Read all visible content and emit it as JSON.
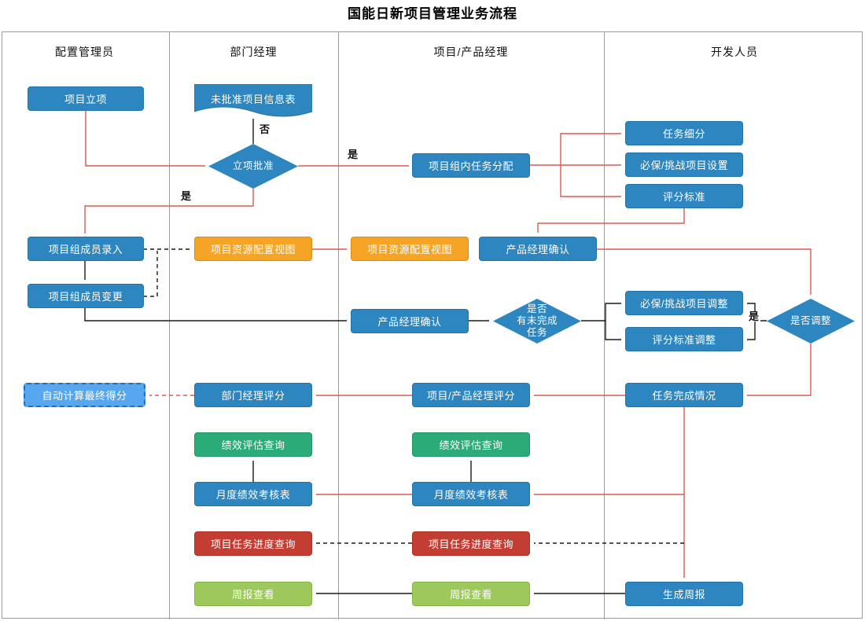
{
  "title": "国能日新项目管理业务流程",
  "lanes": [
    {
      "label": "配置管理员"
    },
    {
      "label": "部门经理"
    },
    {
      "label": "项目/产品经理"
    },
    {
      "label": "开发人员"
    }
  ],
  "nodes": {
    "project_initiation": "项目立项",
    "unapproved_info_table": "未批准项目信息表",
    "approval_decision": "立项批准",
    "member_entry": "项目组成员录入",
    "member_change": "项目组成员变更",
    "auto_final_score": "自动计算最终得分",
    "resource_view_dept": "项目资源配置视图",
    "dept_manager_score": "部门经理评分",
    "perf_eval_query_dept": "绩效评估查询",
    "monthly_perf_table_dept": "月度绩效考核表",
    "task_progress_query_dept": "项目任务进度查询",
    "weekly_report_view_dept": "周报查看",
    "task_assignment": "项目组内任务分配",
    "resource_view_pm": "项目资源配置视图",
    "pm_confirm_1": "产品经理确认",
    "pm_confirm_2": "产品经理确认",
    "unfinished_decision": "是否\n有未完成\n任务",
    "pm_score": "项目/产品经理评分",
    "perf_eval_query_pm": "绩效评估查询",
    "monthly_perf_table_pm": "月度绩效考核表",
    "task_progress_query_pm": "项目任务进度查询",
    "weekly_report_view_pm": "周报查看",
    "task_breakdown": "任务细分",
    "must_challenge_setup": "必保/挑战项目设置",
    "scoring_standard": "评分标准",
    "must_challenge_adjust": "必保/挑战项目调整",
    "scoring_standard_adjust": "评分标准调整",
    "adjust_decision": "是否调整",
    "task_completion": "任务完成情况",
    "generate_weekly": "生成周报"
  },
  "edge_labels": {
    "reject": "否",
    "approve_right": "是",
    "approve_down": "是",
    "adjust_yes": "是"
  },
  "colors": {
    "process_blue": "#2e86c1",
    "resource_orange": "#f5a425",
    "evaluation_teal": "#2aab77",
    "query_red": "#c43d33",
    "report_green": "#9dc95c",
    "auto_score_blue": "#57a7f0",
    "flow_red": "#dc5a4d",
    "flow_black": "#1a1a1a"
  }
}
